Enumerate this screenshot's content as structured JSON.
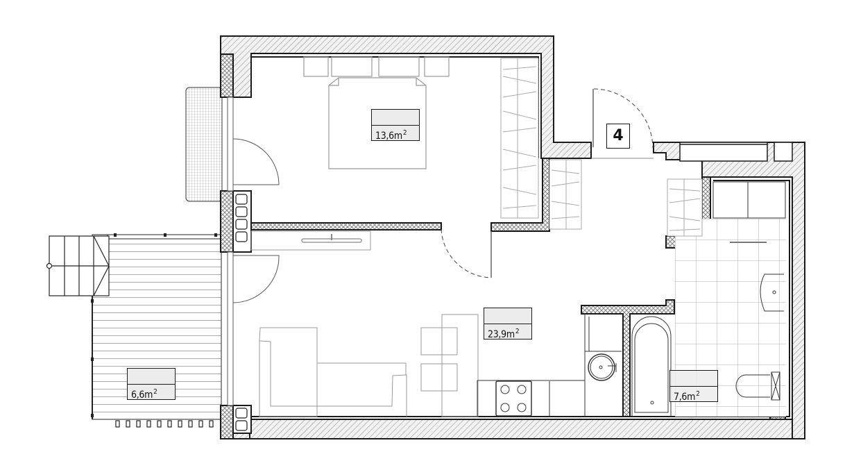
{
  "plan": {
    "apartment_number": "4",
    "colors": {
      "wall_outline": "#1a1a1a",
      "hatch": "#8a8a8a",
      "furniture": "#9a9a9a",
      "label_fill": "#ececec"
    },
    "rooms": [
      {
        "id": "bedroom",
        "area": "13,6",
        "unit": "m",
        "exp": "2"
      },
      {
        "id": "living-kitchen",
        "area": "23,9",
        "unit": "m",
        "exp": "2"
      },
      {
        "id": "balcony",
        "area": "6,6",
        "unit": "m",
        "exp": "2"
      },
      {
        "id": "bathroom",
        "area": "7,6",
        "unit": "m",
        "exp": "2"
      }
    ]
  }
}
